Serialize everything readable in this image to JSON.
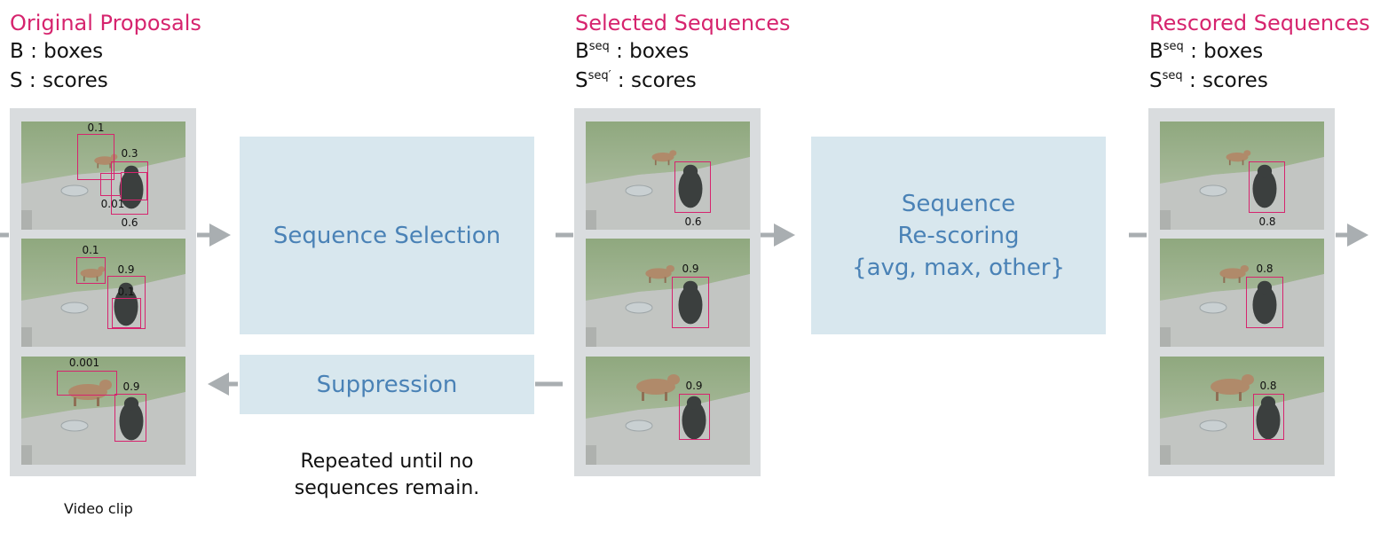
{
  "columns": {
    "original": {
      "title": "Original Proposals",
      "line1_base": "B",
      "line1_sup": "",
      "line1_rest": " : boxes",
      "line2_base": "S",
      "line2_sup": "",
      "line2_rest": " : scores"
    },
    "selected": {
      "title": "Selected Sequences",
      "line1_base": "B",
      "line1_sup": "seq",
      "line1_rest": " : boxes",
      "line2_base": "S",
      "line2_sup": "seq′",
      "line2_rest": " : scores"
    },
    "rescored": {
      "title": "Rescored Sequences",
      "line1_base": "B",
      "line1_sup": "seq",
      "line1_rest": " : boxes",
      "line2_base": "S",
      "line2_sup": "seq",
      "line2_rest": " : scores"
    }
  },
  "blocks": {
    "sequence_selection": "Sequence Selection",
    "suppression": "Suppression",
    "rescoring_line1": "Sequence",
    "rescoring_line2": "Re-scoring",
    "rescoring_line3": "{avg, max, other}"
  },
  "captions": {
    "repeat_line1": "Repeated until no",
    "repeat_line2": "sequences remain.",
    "video_clip": "Video clip"
  },
  "scores": {
    "original": {
      "frame1": [
        "0.1",
        "0.3",
        "0.01",
        "0.6"
      ],
      "frame2": [
        "0.1",
        "0.9",
        "0.1"
      ],
      "frame3": [
        "0.001",
        "0.9"
      ]
    },
    "selected": [
      "0.6",
      "0.9",
      "0.9"
    ],
    "rescored": [
      "0.8",
      "0.8",
      "0.8"
    ]
  },
  "colors": {
    "accent": "#d6246e",
    "block_fill": "#d8e7ee",
    "block_text": "#4a82b6",
    "arrow": "#a9aeb1",
    "panel": "#d9dcde"
  }
}
